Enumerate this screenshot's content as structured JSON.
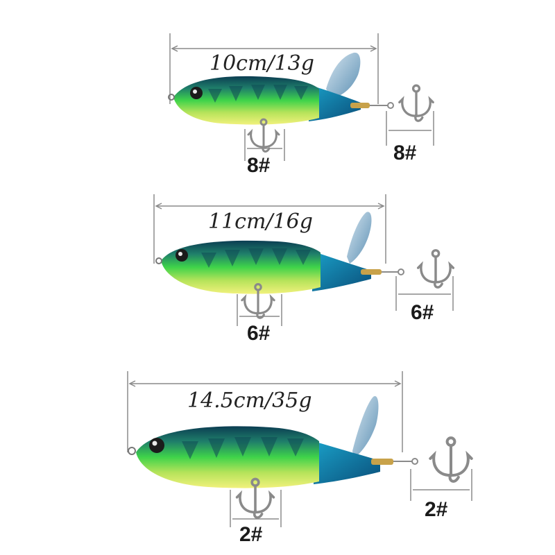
{
  "lures": [
    {
      "size": "10cm/13g",
      "belly_hook": "8#",
      "tail_hook": "8#"
    },
    {
      "size": "11cm/16g",
      "belly_hook": "6#",
      "tail_hook": "6#"
    },
    {
      "size": "14.5cm/35g",
      "belly_hook": "2#",
      "tail_hook": "2#"
    }
  ],
  "colors": {
    "back": "#0f5a66",
    "side": "#3fd34a",
    "belly": "#e8ea6a",
    "tail": "#3fa9d8",
    "measure": "#888888"
  }
}
